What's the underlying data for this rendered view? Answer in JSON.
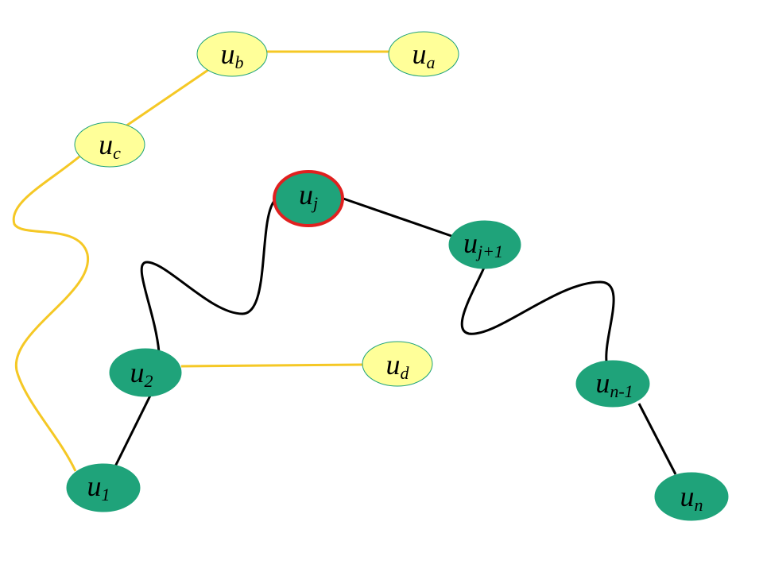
{
  "colors": {
    "yellow_node": "#ffff99",
    "green_node": "#1fa37a",
    "yellow_edge": "#f5c825",
    "black_edge": "#000000",
    "highlight_ring": "#e0201f"
  },
  "nodes": {
    "ub": {
      "base": "u",
      "sub": "b"
    },
    "ua": {
      "base": "u",
      "sub": "a"
    },
    "uc": {
      "base": "u",
      "sub": "c"
    },
    "uj": {
      "base": "u",
      "sub": "j"
    },
    "uj1": {
      "base": "u",
      "sub": "j+1"
    },
    "u2": {
      "base": "u",
      "sub": "2"
    },
    "ud": {
      "base": "u",
      "sub": "d"
    },
    "un1": {
      "base": "u",
      "sub": "n-1"
    },
    "u1": {
      "base": "u",
      "sub": "1"
    },
    "un": {
      "base": "u",
      "sub": "n"
    }
  }
}
